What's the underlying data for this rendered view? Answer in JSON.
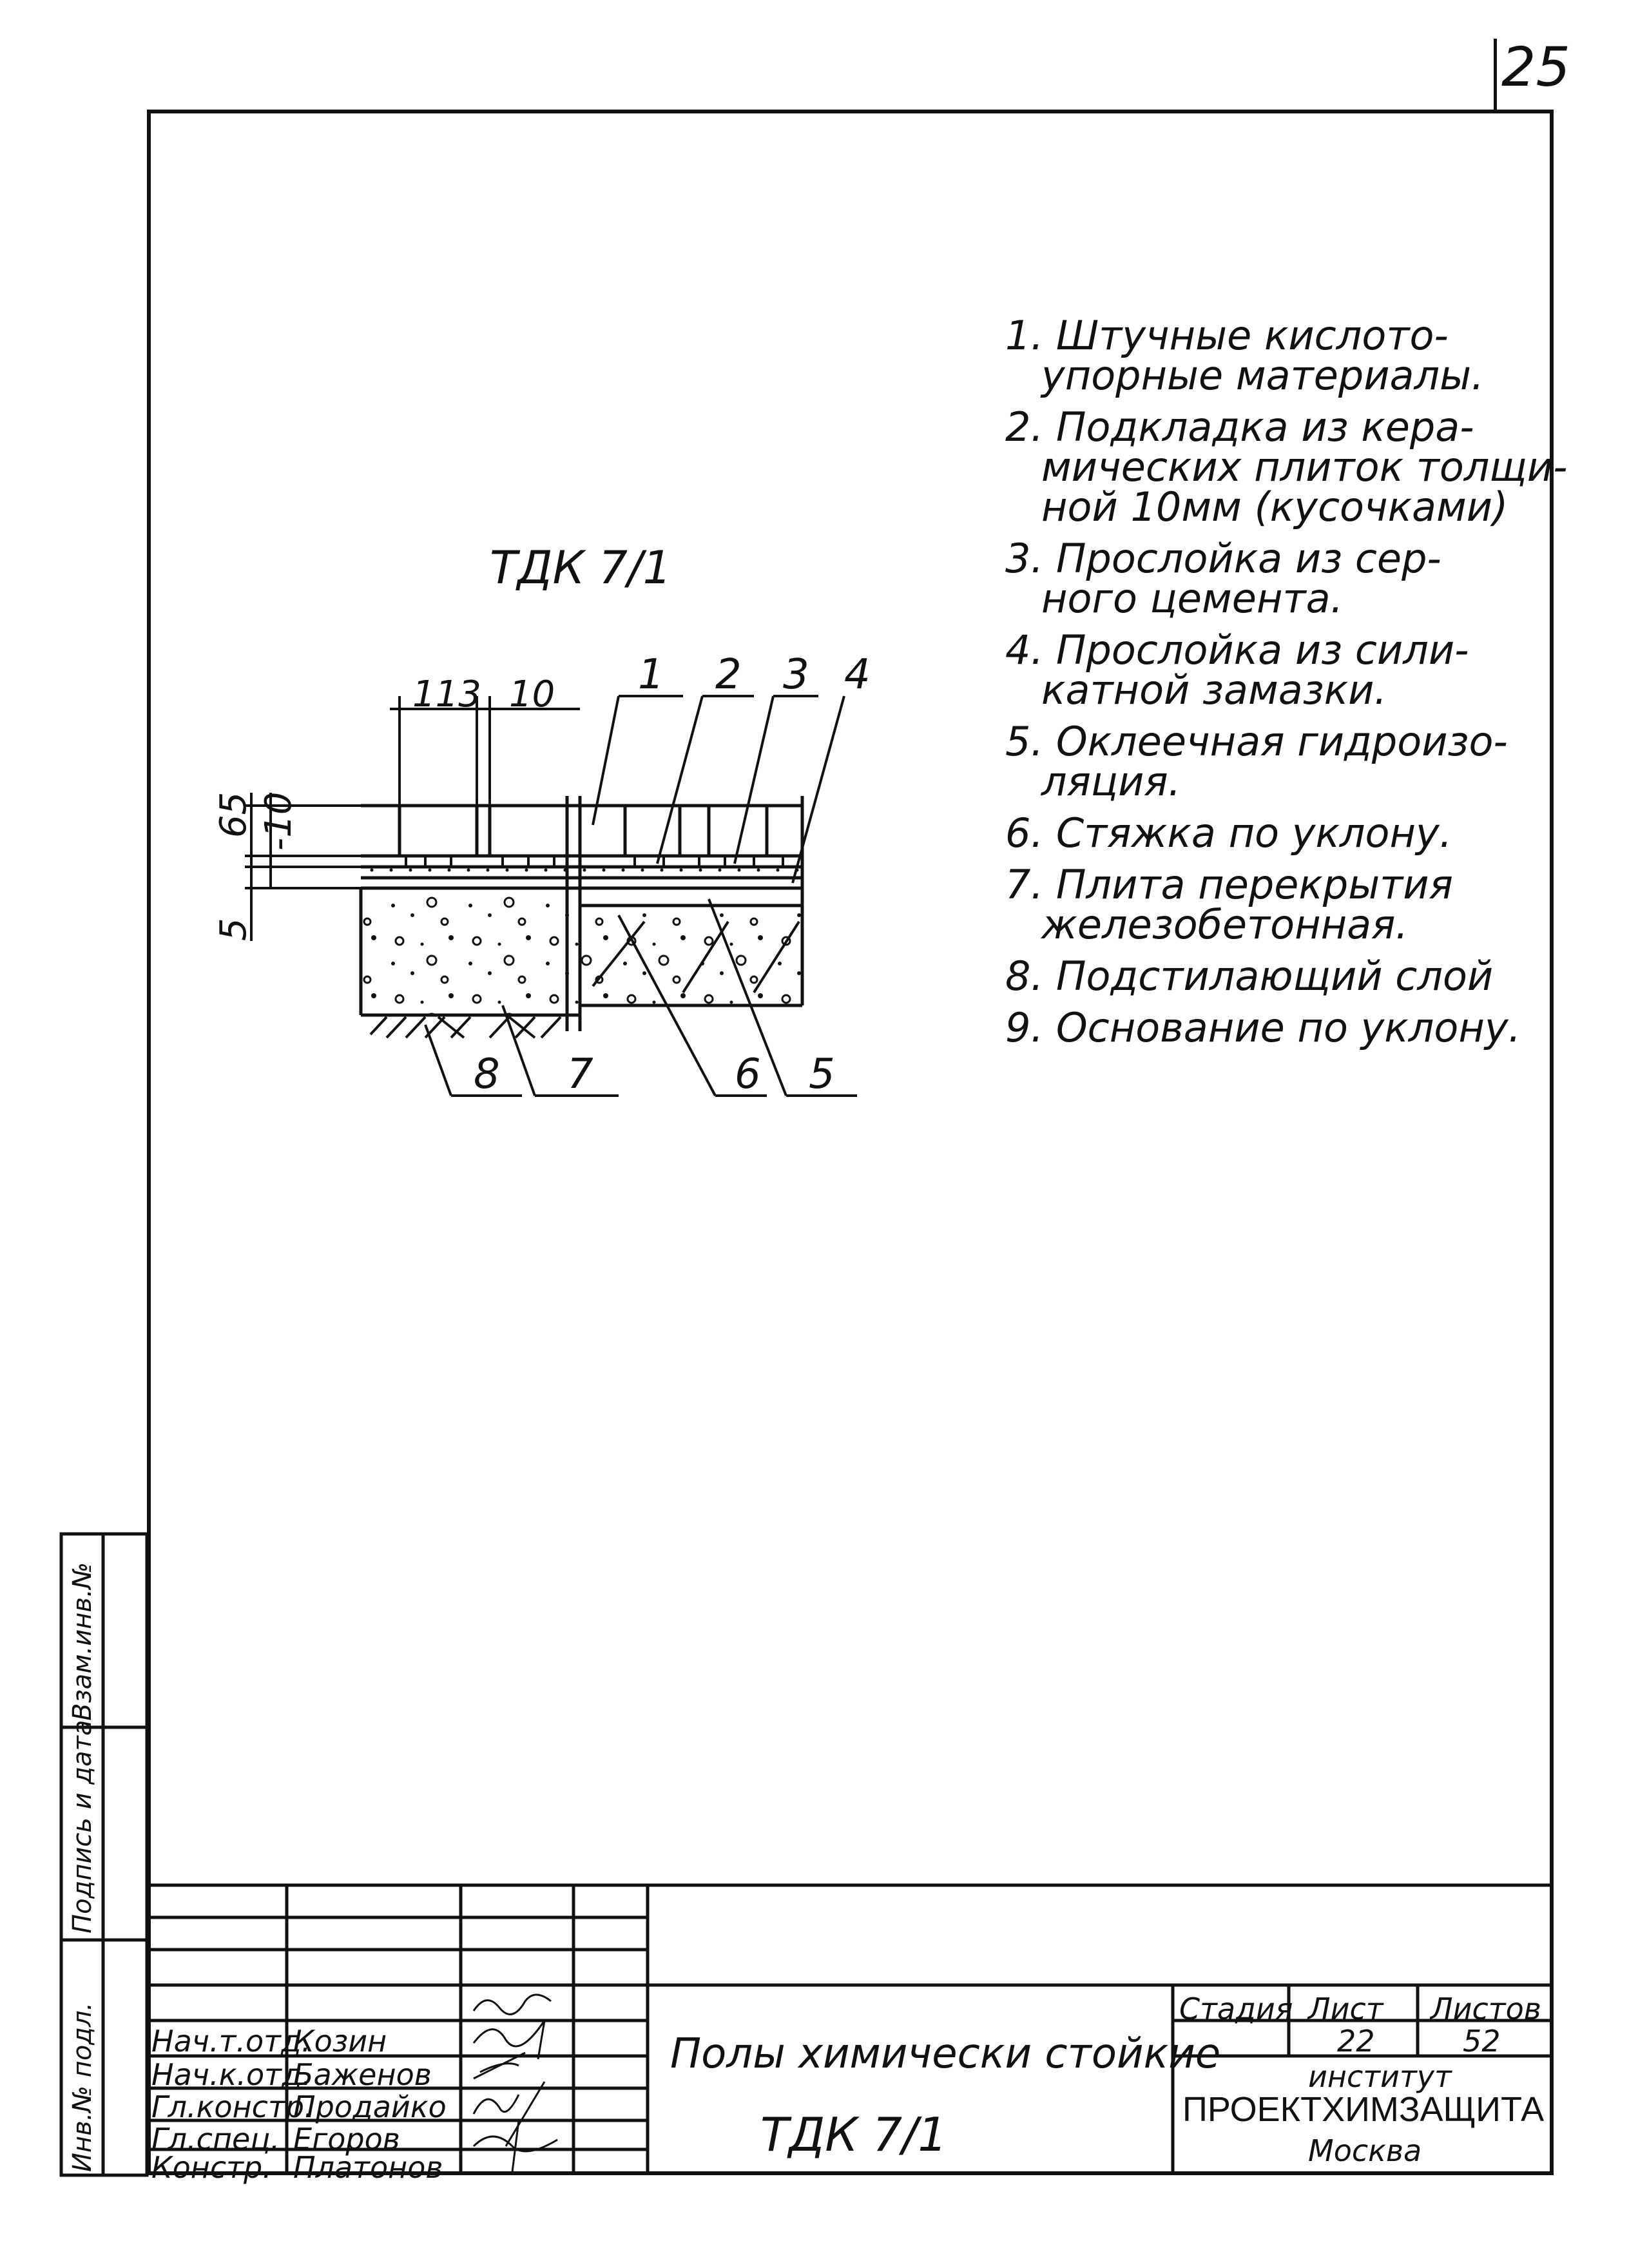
{
  "page_number": "25",
  "drawing_title": "ТДК 7/1",
  "dimensions": {
    "d113": "113",
    "d10_top": "10",
    "d65": "65",
    "d10_side": "-10",
    "d5": "5"
  },
  "callouts_top": [
    "1",
    "2",
    "3",
    "4"
  ],
  "callouts_bottom": [
    "8",
    "7",
    "6",
    "5"
  ],
  "legend": [
    {
      "line1": "1. Штучные кислото-",
      "line2": "упорные материалы."
    },
    {
      "line1": "2. Подкладка из кера-",
      "line2": "мических плиток толщи-",
      "line3": "ной 10мм (кусочками)"
    },
    {
      "line1": "3. Прослойка из сер-",
      "line2": "ного цемента."
    },
    {
      "line1": "4. Прослойка из сили-",
      "line2": "катной замазки."
    },
    {
      "line1": "5. Оклеечная гидроизо-",
      "line2": "ляция."
    },
    {
      "line1": "6. Стяжка по уклону."
    },
    {
      "line1": "7. Плита перекрытия",
      "line2": "железобетонная."
    },
    {
      "line1": "8. Подстилающий слой"
    },
    {
      "line1": "9. Основание по уклону."
    }
  ],
  "side_stamp": {
    "inv_podl": "Инв.№ подл.",
    "podpis_data": "Подпись и дата",
    "vzam_inv": "Взам.инв.№"
  },
  "title_block": {
    "roles": [
      "Нач.т.отд.",
      "Нач.к.отд.",
      "Гл.констр.",
      "Гл.спец.",
      "Констр."
    ],
    "names": [
      "Козин",
      "Баженов",
      "Продайко",
      "Егоров",
      "Платонов"
    ],
    "doc_title": "Полы химически стойкие",
    "doc_code": "ТДК 7/1",
    "stage_label": "Стадия",
    "sheet_label": "Лист",
    "sheets_label": "Листов",
    "sheet_value": "22",
    "sheets_value": "52",
    "org_line1": "институт",
    "org_line2": "ПРОЕКТХИМЗАЩИТА",
    "org_line3": "Москва"
  }
}
